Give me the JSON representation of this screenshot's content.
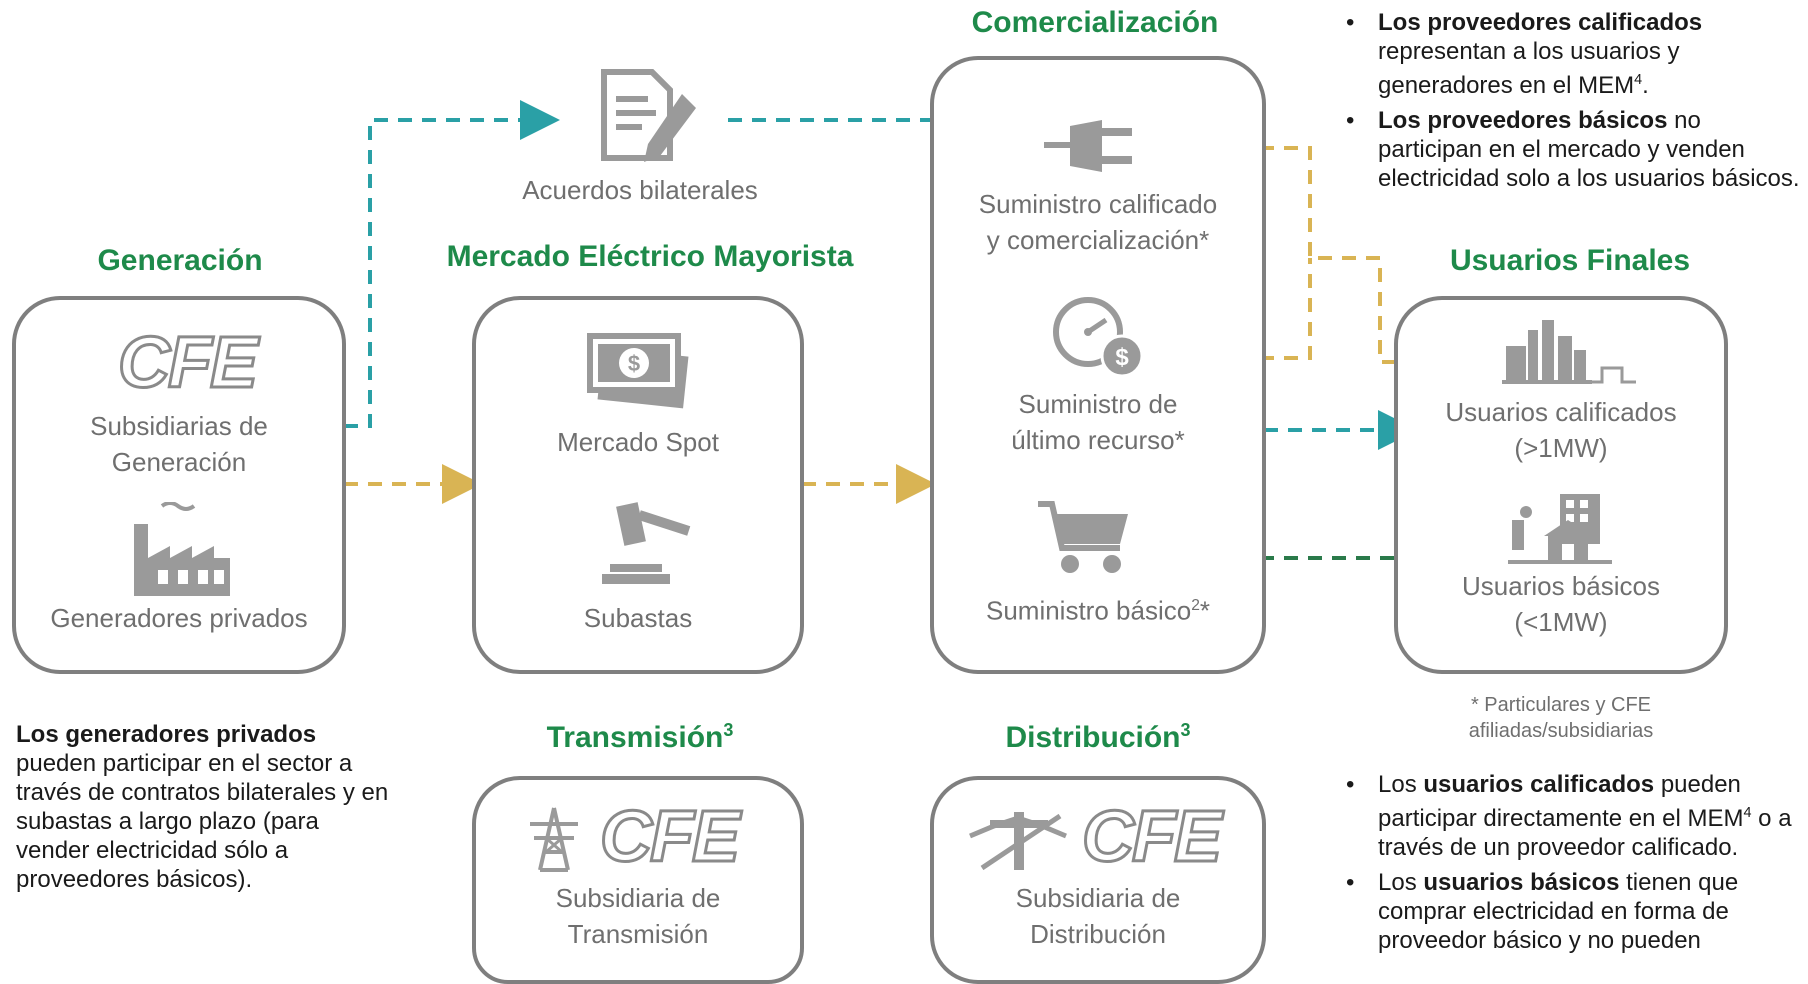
{
  "titles": {
    "generacion": "Generación",
    "mercado": "Mercado Eléctrico Mayorista",
    "comercializacion": "Comercialización",
    "usuarios_finales": "Usuarios Finales",
    "transmision": "Transmisión",
    "distribucion": "Distribución",
    "sup_footnote": "3"
  },
  "top": {
    "acuerdos": "Acuerdos bilaterales"
  },
  "generacion": {
    "cfe_logo": "CFE",
    "subsidiarias_line1": "Subsidiarias de",
    "subsidiarias_line2": "Generación",
    "privados": "Generadores privados"
  },
  "mercado": {
    "spot": "Mercado Spot",
    "subastas": "Subastas"
  },
  "comercializacion": {
    "calificado_line1": "Suministro calificado",
    "calificado_line2": "y comercialización*",
    "ultimo_line1": "Suministro de",
    "ultimo_line2": "último recurso*",
    "basico_main": "Suministro básico",
    "basico_sup": "2",
    "basico_tail": "*"
  },
  "usuarios": {
    "calificados_line1": "Usuarios calificados",
    "calificados_line2": "(>1MW)",
    "basicos_line1": "Usuarios básicos",
    "basicos_line2": "(<1MW)",
    "footnote_line1": "* Particulares y CFE",
    "footnote_line2": "afiliadas/subsidiarias"
  },
  "transmision": {
    "cfe_logo": "CFE",
    "line1": "Subsidiaria de",
    "line2": "Transmisión"
  },
  "distribucion": {
    "cfe_logo": "CFE",
    "line1": "Subsidiaria de",
    "line2": "Distribución"
  },
  "notes": {
    "privados_bold": "Los generadores privados",
    "privados_text": "pueden participar en el sector a través de contratos bilaterales y en subastas a largo plazo (para vender electricidad sólo a proveedores básicos).",
    "top_bullet1_bold": "Los proveedores calificados",
    "top_bullet1_text": "representan a los usuarios y generadores en el MEM",
    "top_bullet1_sup": "4",
    "top_bullet1_tail": ".",
    "top_bullet2_bold": "Los proveedores básicos",
    "top_bullet2_text": "no participan en el mercado y venden electricidad solo a los usuarios básicos.",
    "bottom_bullet1_pre": "Los",
    "bottom_bullet1_bold": "usuarios calificados",
    "bottom_bullet1_text": "pueden participar directamente en el MEM",
    "bottom_bullet1_sup": "4",
    "bottom_bullet1_tail": "o a través de un proveedor calificado.",
    "bottom_bullet2_pre": "Los",
    "bottom_bullet2_bold": "usuarios básicos",
    "bottom_bullet2_text": "tienen que comprar electricidad en forma de proveedor básico y no pueden"
  },
  "colors": {
    "title_green": "#1e8a4a",
    "teal": "#2aa0a6",
    "gold": "#d9b454",
    "dark_green": "#2a7a4a",
    "box_border": "#7f7f7f",
    "icon_gray": "#9a9a9a"
  }
}
